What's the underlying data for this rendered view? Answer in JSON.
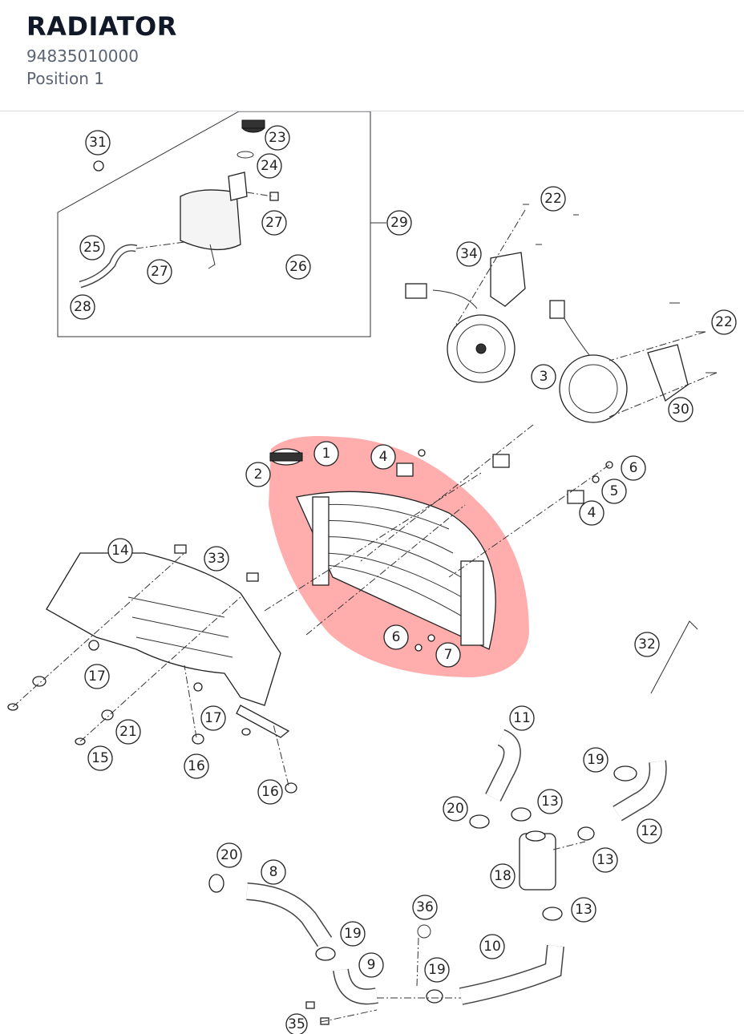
{
  "header": {
    "title": "RADIATOR",
    "part_number": "94835010000",
    "position": "Position 1"
  },
  "highlight_color": "#ff8a8a",
  "callouts": {
    "c1": "1",
    "c2": "2",
    "c3": "3",
    "c4a": "4",
    "c4b": "4",
    "c5": "5",
    "c6a": "6",
    "c6b": "6",
    "c7": "7",
    "c8": "8",
    "c9": "9",
    "c10": "10",
    "c11": "11",
    "c12": "12",
    "c13a": "13",
    "c13b": "13",
    "c13c": "13",
    "c14": "14",
    "c15": "15",
    "c16a": "16",
    "c16b": "16",
    "c17a": "17",
    "c17b": "17",
    "c18": "18",
    "c19a": "19",
    "c19b": "19",
    "c19c": "19",
    "c20a": "20",
    "c20b": "20",
    "c21": "21",
    "c22a": "22",
    "c22b": "22",
    "c23": "23",
    "c24": "24",
    "c25": "25",
    "c26": "26",
    "c27a": "27",
    "c27b": "27",
    "c28": "28",
    "c29": "29",
    "c30": "30",
    "c31": "31",
    "c32": "32",
    "c33": "33",
    "c34": "34",
    "c35": "35",
    "c36": "36"
  }
}
